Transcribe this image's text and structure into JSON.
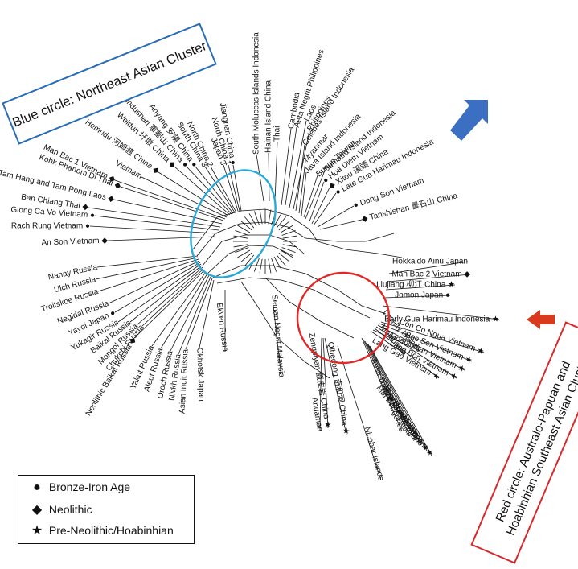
{
  "boxes": {
    "blue": "Blue circle: Northeast Asian Cluster",
    "red": "Red circle: Australo-Papuan  and Hoabinhian Southeast Asian Cluster"
  },
  "legend": [
    {
      "symbol": "●",
      "label": "Bronze-Iron Age"
    },
    {
      "symbol": "◆",
      "label": "Neolithic"
    },
    {
      "symbol": "★",
      "label": "Pre-Neolithic/Hoabinhian"
    }
  ],
  "colors": {
    "blue_circle": "#2aa8d8",
    "red_circle": "#e32626",
    "blue_arrow": "#3a6fc1",
    "red_arrow": "#d93a1e",
    "line": "#111111"
  },
  "taxa": [
    {
      "id": "t1",
      "text": "South Moluccas Islands Indonesia",
      "sym": ""
    },
    {
      "id": "t2",
      "text": "Hainan Island China",
      "sym": ""
    },
    {
      "id": "t3",
      "text": "Thai",
      "sym": ""
    },
    {
      "id": "t4",
      "text": "Cambodia",
      "sym": ""
    },
    {
      "id": "t5",
      "text": "Aeta Negrit Philippines",
      "sym": ""
    },
    {
      "id": "t6",
      "text": "Laos",
      "sym": ""
    },
    {
      "id": "t7",
      "text": "Philippines",
      "sym": ""
    },
    {
      "id": "t8",
      "text": "Celebes Island Indonesia",
      "sym": ""
    },
    {
      "id": "t9",
      "text": "Myanmar",
      "sym": ""
    },
    {
      "id": "t10",
      "text": "Java Island Indonesia",
      "sym": ""
    },
    {
      "id": "t11",
      "text": "Bunun Taiwan",
      "sym": ""
    },
    {
      "id": "t12",
      "text": "Sumatra Island Indonesia",
      "sym": ""
    },
    {
      "id": "t13",
      "text": "Hoa Diem Vietnam",
      "sym": "●"
    },
    {
      "id": "t14",
      "text": "Xitou 溪頭 China",
      "sym": "◆"
    },
    {
      "id": "t15",
      "text": "Late Gua Harimau Indonesia",
      "sym": "●"
    },
    {
      "id": "t16",
      "text": "Dong Son Vietnam",
      "sym": "●"
    },
    {
      "id": "t17",
      "text": "Tanshishan 曇石山 China",
      "sym": "◆"
    },
    {
      "id": "t18",
      "text": "Jiangnan China",
      "sym": "●"
    },
    {
      "id": "t19",
      "text": "North China 1",
      "sym": ""
    },
    {
      "id": "t20",
      "text": "Japan 3",
      "sym": ""
    },
    {
      "id": "t21",
      "text": "North China 2",
      "sym": ""
    },
    {
      "id": "t22",
      "text": "South China 3",
      "sym": ""
    },
    {
      "id": "t23",
      "text": "Anyang 安陽 China",
      "sym": "●"
    },
    {
      "id": "t24",
      "text": "Jundushan 軍都山 China",
      "sym": "●"
    },
    {
      "id": "t25",
      "text": "Weidun 圩墩 China",
      "sym": "◆"
    },
    {
      "id": "t26",
      "text": "Hemudu 河姆渡 China",
      "sym": "◆"
    },
    {
      "id": "t27",
      "text": "Vietnam",
      "sym": ""
    },
    {
      "id": "t28",
      "text": "Man Bac 1 Vietnam",
      "sym": "◆"
    },
    {
      "id": "t29",
      "text": "Kohk Phanom Di Thai",
      "sym": "◆"
    },
    {
      "id": "t30",
      "text": "Tam Hang and Tam Pong Laos",
      "sym": "◆"
    },
    {
      "id": "t31",
      "text": "Ban Chiang Thai",
      "sym": "◆"
    },
    {
      "id": "t32",
      "text": "Giong Ca Vo Vietnam",
      "sym": "●"
    },
    {
      "id": "t33",
      "text": "Rach Rung Vietnam",
      "sym": "●"
    },
    {
      "id": "t34",
      "text": "An Son Vietnam",
      "sym": "◆"
    },
    {
      "id": "t35",
      "text": "Nanay Russia",
      "sym": ""
    },
    {
      "id": "t36",
      "text": "Ulch Russia",
      "sym": ""
    },
    {
      "id": "t37",
      "text": "Troitskoe Russia",
      "sym": ""
    },
    {
      "id": "t38",
      "text": "Negidal Russia",
      "sym": ""
    },
    {
      "id": "t39",
      "text": "Yayoi Japan",
      "sym": "●"
    },
    {
      "id": "t40",
      "text": "Yukagir Russia",
      "sym": ""
    },
    {
      "id": "t41",
      "text": "Baikal Russia",
      "sym": ""
    },
    {
      "id": "t42",
      "text": "Mongol Russia",
      "sym": ""
    },
    {
      "id": "t43",
      "text": "Chukchi Russia",
      "sym": ""
    },
    {
      "id": "t44",
      "text": "Neolithic Baikal Russia",
      "sym": "◆"
    },
    {
      "id": "t45",
      "text": "Yakut Russia",
      "sym": ""
    },
    {
      "id": "t46",
      "text": "Aleut Russia",
      "sym": ""
    },
    {
      "id": "t47",
      "text": "Oroch Russia",
      "sym": ""
    },
    {
      "id": "t48",
      "text": "Nivkh Russia",
      "sym": ""
    },
    {
      "id": "t49",
      "text": "Asian Inuit Russia",
      "sym": ""
    },
    {
      "id": "t50",
      "text": "Okhotsk Japan",
      "sym": ""
    },
    {
      "id": "t51",
      "text": "Ekven Russia",
      "sym": ""
    },
    {
      "id": "t52",
      "text": "Seman Negrit Malaysia",
      "sym": ""
    },
    {
      "id": "t53",
      "text": "Andaman",
      "sym": ""
    },
    {
      "id": "t54",
      "text": "Zengpiyan 甑皮岩 China",
      "sym": "★"
    },
    {
      "id": "t55",
      "text": "Qihedong 奇和洞 China",
      "sym": "★"
    },
    {
      "id": "t56",
      "text": "Nicobar Islands",
      "sym": ""
    },
    {
      "id": "t57",
      "text": "Australian Aborigenes",
      "sym": ""
    },
    {
      "id": "t58",
      "text": "Veddah Sri Lanka",
      "sym": ""
    },
    {
      "id": "t59",
      "text": "New Guinea Tolai",
      "sym": ""
    },
    {
      "id": "t60",
      "text": "New Britain Islands",
      "sym": ""
    },
    {
      "id": "t61",
      "text": "Gua Cha Malaysia",
      "sym": "★"
    },
    {
      "id": "t62",
      "text": "Mai Da Nuoc Vietnam",
      "sym": "★"
    },
    {
      "id": "t63",
      "text": "Melanesia",
      "sym": ""
    },
    {
      "id": "t64",
      "text": "Loyalty Islands",
      "sym": ""
    },
    {
      "id": "t65",
      "text": "Lang Gao Vietnam",
      "sym": "★"
    },
    {
      "id": "t66",
      "text": "Lang Bon Vietnam",
      "sym": "★"
    },
    {
      "id": "t67",
      "text": "Hoabinhian Vietnam",
      "sym": "★"
    },
    {
      "id": "t68",
      "text": "Bac Son Vietnam",
      "sym": "★"
    },
    {
      "id": "t69",
      "text": "Con Co Ngua Vietnam",
      "sym": "★"
    },
    {
      "id": "t70",
      "text": "Early Gua Harimau Indonesia",
      "sym": "★"
    },
    {
      "id": "t71",
      "text": "Jomon Japan",
      "sym": "●"
    },
    {
      "id": "t72",
      "text": "Liujiang 柳江 China",
      "sym": "★"
    },
    {
      "id": "t73",
      "text": "Man Bac 2 Vietnam",
      "sym": "◆"
    },
    {
      "id": "t74",
      "text": "Hokkaido Ainu Japan",
      "sym": ""
    }
  ]
}
